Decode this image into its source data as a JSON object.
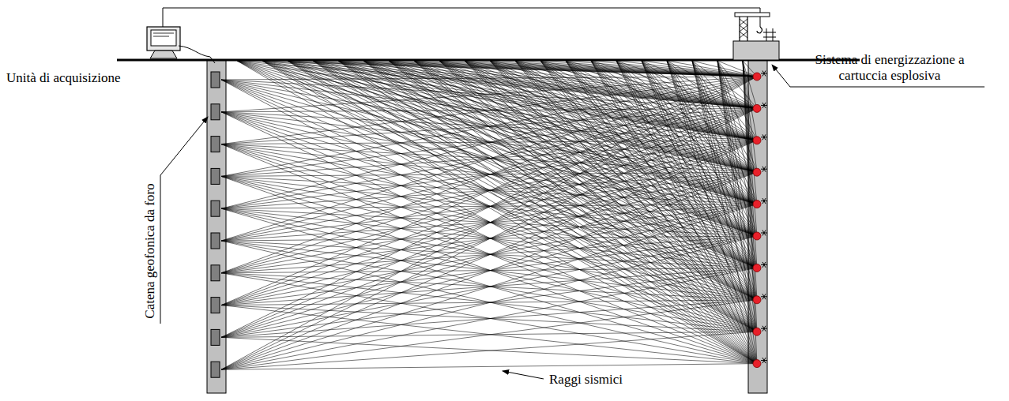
{
  "diagram": {
    "labels": [
      "Unità di acquisizione",
      "Catena geofonica da foro",
      "Sistema di energizzazione a cartuccia esplosiva",
      "Raggi sismici"
    ]
  }
}
